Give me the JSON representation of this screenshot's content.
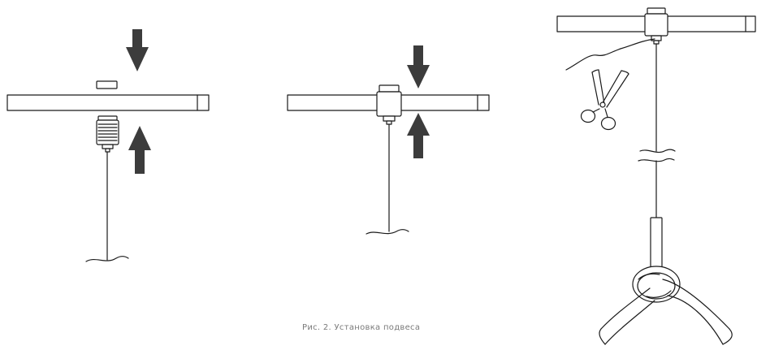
{
  "caption": "Рис. 2. Установка подвеса",
  "colors": {
    "line": "#1a1a1a",
    "arrow": "#3c3c3c",
    "caption": "#7a7a7a",
    "background": "#ffffff"
  },
  "steps": [
    {
      "step": 1,
      "parts": [
        "track-rail",
        "cover-plug",
        "suspension-connector",
        "cable",
        "arrow-down",
        "arrow-up"
      ]
    },
    {
      "step": 2,
      "parts": [
        "track-rail",
        "mounted-connector",
        "cable",
        "arrow-down",
        "arrow-up"
      ]
    },
    {
      "step": 3,
      "parts": [
        "track-rail",
        "mounted-connector",
        "scissors-icon",
        "cable",
        "lamp-housing",
        "power-cord-loop"
      ]
    }
  ]
}
